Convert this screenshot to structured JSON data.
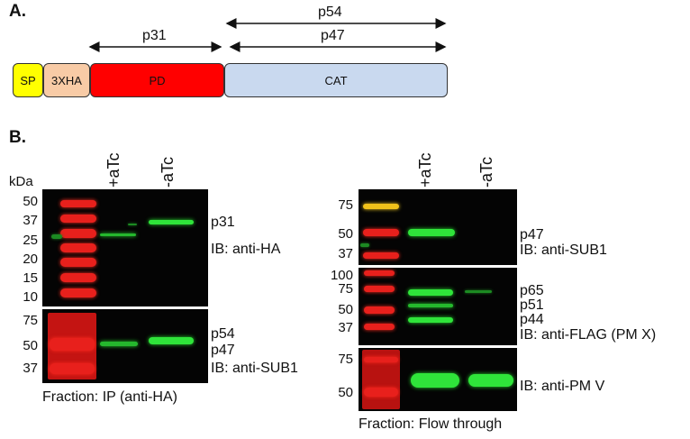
{
  "panel_a": {
    "label": "A.",
    "arrows": {
      "p54": "p54",
      "p31": "p31",
      "p47": "p47"
    },
    "domains": [
      {
        "label": "SP",
        "color": "#ffff00"
      },
      {
        "label": "3XHA",
        "color": "#f8cba6"
      },
      {
        "label": "PD",
        "color": "#ff0000"
      },
      {
        "label": "CAT",
        "color": "#c9d9ef"
      }
    ]
  },
  "panel_b": {
    "label": "B.",
    "lanes": {
      "plus": "+aTc",
      "minus": "-aTc"
    },
    "left": {
      "kda": "kDa",
      "blot1_markers": [
        "50",
        "37",
        "25",
        "20",
        "15",
        "10"
      ],
      "blot1_labels": [
        "p31",
        "IB: anti-HA"
      ],
      "blot2_markers": [
        "75",
        "50",
        "37"
      ],
      "blot2_labels": [
        "p54",
        "p47",
        "IB: anti-SUB1"
      ],
      "fraction": "Fraction: IP (anti-HA)"
    },
    "right": {
      "blot1_markers": [
        "75",
        "50",
        "37"
      ],
      "blot1_labels": [
        "p47",
        "IB: anti-SUB1"
      ],
      "blot2_markers": [
        "100",
        "75",
        "50",
        "37"
      ],
      "blot2_labels": [
        "p65",
        "p51",
        "p44",
        "IB: anti-FLAG (PM X)"
      ],
      "blot3_markers": [
        "75",
        "50"
      ],
      "blot3_labels": [
        "IB: anti-PM V"
      ],
      "fraction": "Fraction: Flow through"
    }
  }
}
